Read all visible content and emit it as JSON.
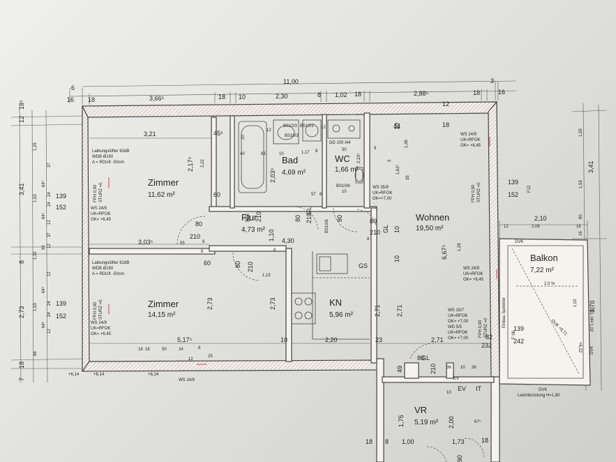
{
  "dimensions_top": {
    "total": "11,00",
    "segments": [
      "16",
      "18",
      "3,66⁵",
      "18",
      "10",
      "2,30",
      "8",
      "1,02",
      "18",
      "2,88⁵",
      "18",
      "16"
    ],
    "small": [
      "6",
      "3"
    ]
  },
  "dimensions_left": {
    "outer": [
      "18⁵",
      "12",
      "3,41",
      "8",
      "2,73",
      "18",
      "7"
    ],
    "inner": [
      "1,25",
      "37",
      "64⁵",
      "24",
      "1,53",
      "24",
      "64⁵",
      "12",
      "37",
      "12",
      "95",
      "1,32",
      "86",
      "12",
      "64⁵",
      "24",
      "1,53",
      "24",
      "64⁵",
      "12"
    ],
    "window_labels": [
      "139",
      "152",
      "139",
      "152"
    ]
  },
  "dimensions_right": {
    "outer": [
      "3,41",
      "3,70"
    ],
    "inner": [
      "1,05",
      "1,53",
      "80",
      "16"
    ],
    "window_labels": [
      "139",
      "152",
      "F12"
    ]
  },
  "rooms": [
    {
      "name": "Zimmer",
      "area": "11,62 m²"
    },
    {
      "name": "Bad",
      "area": "4,69 m²"
    },
    {
      "name": "WC",
      "area": "1,66 m²"
    },
    {
      "name": "Flur",
      "area": "4,73 m²"
    },
    {
      "name": "Wohnen",
      "area": "19,50 m²"
    },
    {
      "name": "Zimmer",
      "area": "14,15 m²"
    },
    {
      "name": "KN",
      "area": "5,96 m²"
    },
    {
      "name": "Balkon",
      "area": "7,22 m²"
    },
    {
      "name": "VR",
      "area": "5,19 m²"
    }
  ],
  "inner_dims": {
    "zimmer1_width": "3,21",
    "zimmer1_side": "45⁵",
    "zimmer1_height": "2,17⁵",
    "zimmer1_small": "2,22",
    "zimmer1_bottom": "3,03⁵",
    "flur_width": "4,30",
    "flur_height": "1,10",
    "bad_h": "2,03⁵",
    "bad_w1": "40",
    "bad_w2": "83",
    "bad_w3": "10",
    "bad_w4": "1,17",
    "bad_w5": "8",
    "wc_h": "2,23⁵",
    "wc_w": "50",
    "wc_w2": "10",
    "bad_57": "57",
    "bad_8": "8",
    "door_80a": "80",
    "door_80b": "80",
    "door_80c": "80",
    "door_80d": "80",
    "door_80e": "80",
    "door_80f": "80",
    "door_80g": "80",
    "door_210a": "210",
    "door_210b": "210",
    "door_210c": "210",
    "door_210d": "210",
    "door_210e": "210",
    "door_210f": "210",
    "misc_8a": "8",
    "misc_8b": "8",
    "misc_8c": "8",
    "misc_8d": "8",
    "misc_55": "55",
    "misc_60": "60",
    "misc_60b": "60",
    "misc_115": "1,15",
    "zimmer2_h": "2,73",
    "zimmer2_h2": "2,73",
    "zimmer2_w": "5,17⁵",
    "kn_h": "2,71",
    "kn_h2": "2,71",
    "kn_w": "2,20",
    "kn_23": "23",
    "kn_10": "10",
    "kn_10b": "10",
    "wohnen_667": "6,67⁵",
    "wohnen_162": "1,62⁵",
    "wohnen_10": "10",
    "wohnen_44": "44",
    "wohnen_18": "18",
    "wohnen_12": "12",
    "wohnen_136": "1,36",
    "wohnen_128": "1,28",
    "wohnen_49": "49",
    "wohnen_9": "9",
    "wohnen_5": "5",
    "wohnen_35": "35",
    "wohnen_10c": "10",
    "balkon_210": "2,10",
    "balkon_208": "2,08",
    "balkon_12": "12",
    "balkon_16": "16",
    "balkon_slope": "2,0 %",
    "balkon_102": "1,02",
    "bottom_18": "18",
    "bottom_50": "50",
    "bottom_24": "24",
    "bottom_18b": "18",
    "bottom_8": "8",
    "bottom_12": "12",
    "bottom_25": "25",
    "gs": "GS",
    "gl1": "GL",
    "gl2": "GL",
    "gl3": "GL",
    "ev": "EV",
    "it": "IT",
    "vr_175": "1,75",
    "vr_100": "1,00",
    "vr_200": "2,00",
    "vr_173": "1,73",
    "vr_18a": "18",
    "vr_18b": "18",
    "vr_8": "8",
    "vr_67": "67⁵",
    "vr_36a": "36",
    "vr_10": "10",
    "vr_36b": "36",
    "vr_10b": "10",
    "vr_90": "90",
    "vr_82": "82",
    "vr_232": "232",
    "vr_139": "139",
    "vr_242": "242",
    "dvk1": "DVK",
    "dvk2": "DVK",
    "dvk3": "DVK",
    "bs10": "BS10/6",
    "dd": "DD 100 /44",
    "bs1": "BS10/3",
    "bs2": "BS10/3",
    "bs3": "BS10/6",
    "bs10_3": "BS10/3",
    "bad_sm1": "20",
    "bad_sm2": "12",
    "bad_sm3": "12",
    "plus614a": "+6,14",
    "plus614b": "+6,14",
    "plus614c": "+6,14",
    "f06": "F 06",
    "duk": "DUK +6,71",
    "leicht": "Leichtbrüstung H=1,80",
    "geh": "GEL HH 1,02",
    "vr_p10": "+6,22",
    "vr_ev": "EV"
  },
  "annotations": {
    "laibung1": [
      "Laibungslüfter 62dB",
      "WDB Ø150",
      "A = RDUK -50cm"
    ],
    "laibung2": [
      "Laibungslüfter 62dB",
      "WDB Ø150",
      "A = RDUK -50cm"
    ],
    "fph1": [
      "FPH 0,90",
      "STURZ =0"
    ],
    "fph2": [
      "FPH 0,90",
      "STURZ =0"
    ],
    "fph3": [
      "FPH 0,90",
      "STURZ =0"
    ],
    "fph4": [
      "FPH 0,90",
      "STURZ =0"
    ],
    "ws1": [
      "WS 24/9",
      "UK=RFOK",
      "OK= +6,45"
    ],
    "ws2": [
      "WS 24/9",
      "UK=RFOK",
      "OK= +6,45"
    ],
    "ws3": [
      "WS 24/9",
      "UK=RFOK",
      "OK= +6,45"
    ],
    "ws4": [
      "WS 24/9",
      "UK=RFOK",
      "OK= +6,45"
    ],
    "ws_wc": [
      "WS 35/9",
      "UK=RFOK",
      "OK=+7,00"
    ],
    "ws_kn": [
      "WS 15/7",
      "UK=RFOK",
      "OK= +7,00",
      "WD 5/5",
      "UK=RFOK",
      "OK= +7,00"
    ],
    "einbau": "Einbau Sprinkler",
    "ws_bottom": "WS 24/9"
  }
}
